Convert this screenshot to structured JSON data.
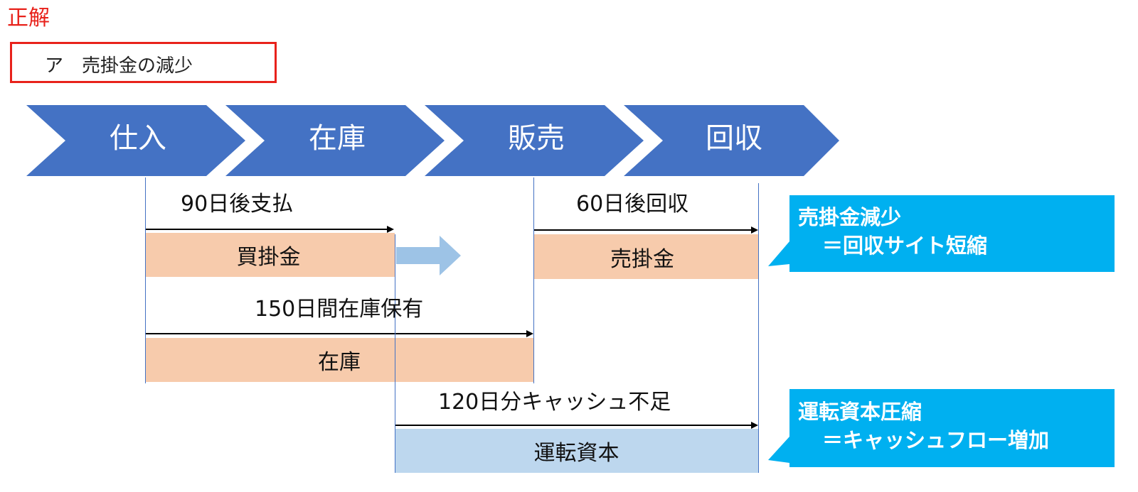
{
  "heading": "正解",
  "answer": "ア　売掛金の減少",
  "stages": [
    "仕入",
    "在庫",
    "販売",
    "回収"
  ],
  "labels": {
    "payable_days": "90日後支払",
    "receivable_days": "60日後回収",
    "inventory_days": "150日間在庫保有",
    "cash_shortage": "120日分キャッシュ不足"
  },
  "bars": {
    "payable": "買掛金",
    "receivable": "売掛金",
    "inventory": "在庫",
    "working_capital": "運転資本"
  },
  "callouts": {
    "receivable_line1": "売掛金減少",
    "receivable_line2": "＝回収サイト短縮",
    "capital_line1": "運転資本圧縮",
    "capital_line2": "＝キャッシュフロー増加"
  },
  "colors": {
    "chevron": "#4472c4",
    "callout": "#00b0f0",
    "orange_bar": "#f7cbac",
    "blue_bar": "#bdd7ee",
    "red_arrow": "#ff0000",
    "light_arrow": "#9dc3e6",
    "heading_red": "#e8221b"
  }
}
